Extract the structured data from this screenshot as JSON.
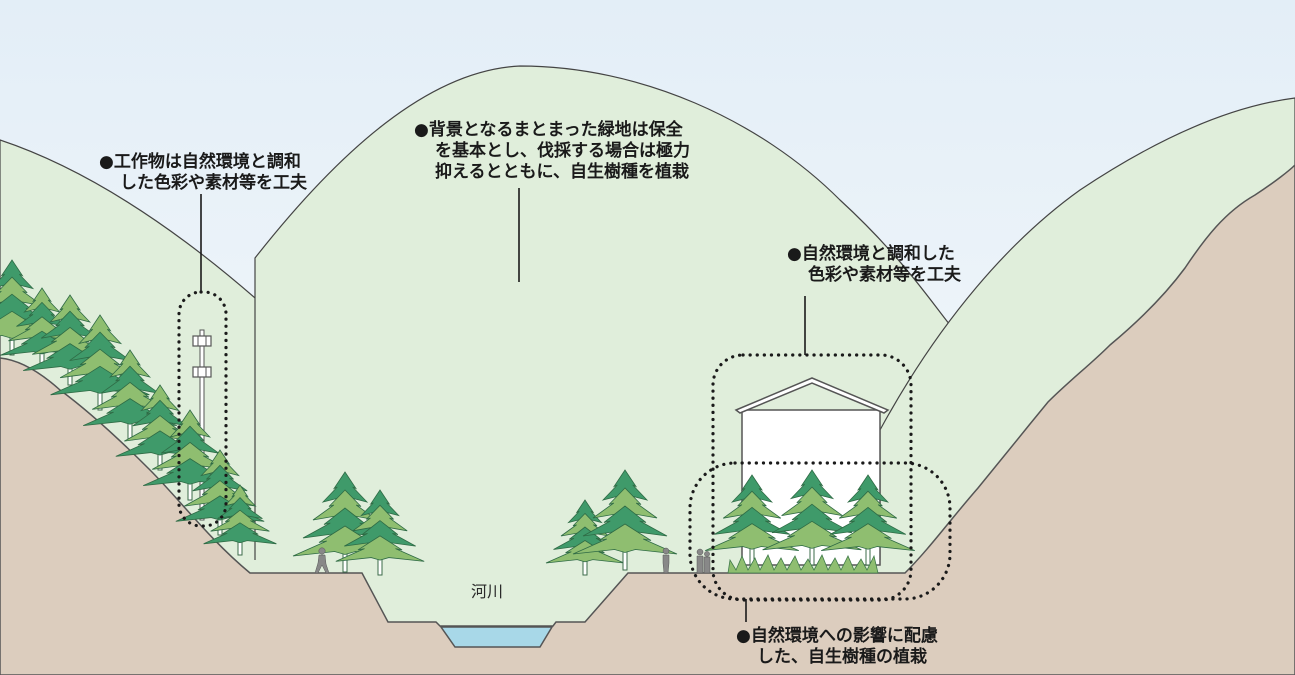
{
  "annotations": {
    "structures": {
      "line1": "●工作物は自然環境と調和",
      "line2": "した色彩や素材等を工夫"
    },
    "background_green": {
      "line1": "●背景となるまとまった緑地は保全",
      "line2": "を基本とし、伐採する場合は極力",
      "line3": "抑えるとともに、自生樹種を植栽"
    },
    "building": {
      "line1": "●自然環境と調和した",
      "line2": "色彩や素材等を工夫"
    },
    "planting": {
      "line1": "●自然環境への影響に配慮",
      "line2": "した、自生樹種の植栽"
    }
  },
  "river_label": "河川",
  "colors": {
    "sky_top": "#e3eef7",
    "sky_bottom": "#f7fafc",
    "hill_green": "#e0eedb",
    "ground": "#dccdbe",
    "river_water": "#a8d8e8",
    "tree_dark": "#3f9a6a",
    "tree_light": "#8fbe70",
    "building": "#ffffff",
    "outline": "#555555"
  }
}
